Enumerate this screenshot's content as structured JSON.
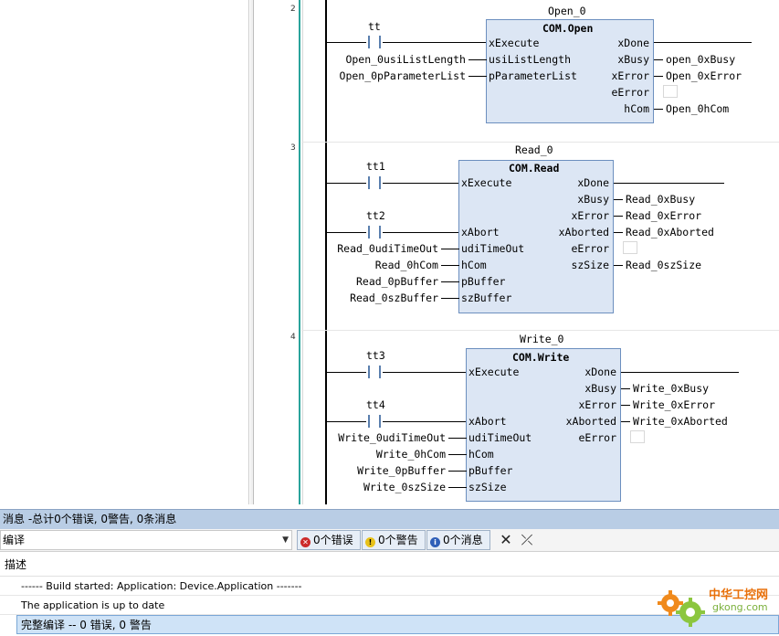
{
  "editor": {
    "networks": [
      {
        "number": "2",
        "instance": "Open_0",
        "fb_type": "COM.Open",
        "contacts": [
          "tt"
        ],
        "inputs": [
          {
            "pin": "xExecute",
            "var": ""
          },
          {
            "pin": "usiListLength",
            "var": "Open_0usiListLength"
          },
          {
            "pin": "pParameterList",
            "var": "Open_0pParameterList"
          }
        ],
        "outputs": [
          {
            "pin": "xDone",
            "var": ""
          },
          {
            "pin": "xBusy",
            "var": "open_0xBusy"
          },
          {
            "pin": "xError",
            "var": "Open_0xError"
          },
          {
            "pin": "eError",
            "var": ""
          },
          {
            "pin": "hCom",
            "var": "Open_0hCom"
          }
        ]
      },
      {
        "number": "3",
        "instance": "Read_0",
        "fb_type": "COM.Read",
        "contacts": [
          "tt1",
          "tt2"
        ],
        "inputs": [
          {
            "pin": "xExecute",
            "var": ""
          },
          {
            "pin": "xAbort",
            "var": ""
          },
          {
            "pin": "udiTimeOut",
            "var": "Read_0udiTimeOut"
          },
          {
            "pin": "hCom",
            "var": "Read_0hCom"
          },
          {
            "pin": "pBuffer",
            "var": "Read_0pBuffer"
          },
          {
            "pin": "szBuffer",
            "var": "Read_0szBuffer"
          }
        ],
        "outputs": [
          {
            "pin": "xDone",
            "var": ""
          },
          {
            "pin": "xBusy",
            "var": "Read_0xBusy"
          },
          {
            "pin": "xError",
            "var": "Read_0xError"
          },
          {
            "pin": "xAborted",
            "var": "Read_0xAborted"
          },
          {
            "pin": "eError",
            "var": ""
          },
          {
            "pin": "szSize",
            "var": "Read_0szSize"
          }
        ]
      },
      {
        "number": "4",
        "instance": "Write_0",
        "fb_type": "COM.Write",
        "contacts": [
          "tt3",
          "tt4"
        ],
        "inputs": [
          {
            "pin": "xExecute",
            "var": ""
          },
          {
            "pin": "xAbort",
            "var": ""
          },
          {
            "pin": "udiTimeOut",
            "var": "Write_0udiTimeOut"
          },
          {
            "pin": "hCom",
            "var": "Write_0hCom"
          },
          {
            "pin": "pBuffer",
            "var": "Write_0pBuffer"
          },
          {
            "pin": "szSize",
            "var": "Write_0szSize"
          }
        ],
        "outputs": [
          {
            "pin": "xDone",
            "var": ""
          },
          {
            "pin": "xBusy",
            "var": "Write_0xBusy"
          },
          {
            "pin": "xError",
            "var": "Write_0xError"
          },
          {
            "pin": "xAborted",
            "var": "Write_0xAborted"
          },
          {
            "pin": "eError",
            "var": ""
          }
        ]
      }
    ]
  },
  "messages": {
    "header": "消息 -总计0个错误, 0警告, 0条消息",
    "category": "编译",
    "filters": {
      "errors": "0个错误",
      "warnings": "0个警告",
      "infos": "0个消息"
    },
    "column_header": "描述",
    "rows": [
      "------ Build started: Application: Device.Application -------",
      "The application is up to date",
      "完整编译 -- 0 错误, 0 警告"
    ]
  },
  "watermark": {
    "title": "中华工控网",
    "url": "gkong.com"
  },
  "colors": {
    "fb_fill": "#dce6f4",
    "fb_border": "#6c8fbf",
    "header_bg": "#b9cde5",
    "error_red": "#cc2a2a",
    "warning_yellow": "#e8c21a",
    "info_blue": "#2f5fb8"
  }
}
